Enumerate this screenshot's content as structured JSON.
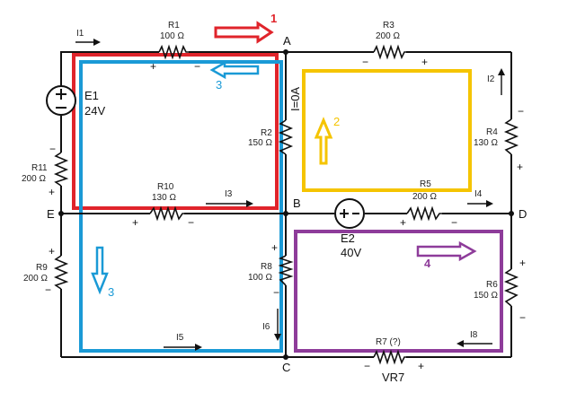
{
  "colors": {
    "loop1": "#e0242b",
    "loop2": "#f5c400",
    "loop3": "#1a9ad6",
    "loop4": "#8e3c9a",
    "wire": "#111111"
  },
  "loops": {
    "loop1": {
      "label": "1"
    },
    "loop2": {
      "label": "2"
    },
    "loop3": {
      "label": "3"
    },
    "loop4": {
      "label": "4"
    }
  },
  "nodes": {
    "A": "A",
    "B": "B",
    "C": "C",
    "D": "D",
    "E": "E"
  },
  "resistors": {
    "R1": {
      "name": "R1",
      "value": "100 Ω"
    },
    "R2": {
      "name": "R2",
      "value": "150 Ω"
    },
    "R3": {
      "name": "R3",
      "value": "200 Ω"
    },
    "R4": {
      "name": "R4",
      "value": "130 Ω"
    },
    "R5": {
      "name": "R5",
      "value": "200 Ω"
    },
    "R6": {
      "name": "R6",
      "value": "150 Ω"
    },
    "R7": {
      "name": "R7 (?)",
      "voltage_label": "VR7"
    },
    "R8": {
      "name": "R8",
      "value": "100 Ω"
    },
    "R9": {
      "name": "R9",
      "value": "200 Ω"
    },
    "R10": {
      "name": "R10",
      "value": "130 Ω"
    },
    "R11": {
      "name": "R11",
      "value": "200 Ω"
    }
  },
  "sources": {
    "E1": {
      "name": "E1",
      "value": "24V"
    },
    "E2": {
      "name": "E2",
      "value": "40V"
    }
  },
  "currents": {
    "I1": "I1",
    "I2": "I2",
    "I3": "I3",
    "I4": "I4",
    "I5": "I5",
    "I6": "I6",
    "I8": "I8",
    "I_AB": "I=0A"
  },
  "signs": {
    "plus": "+",
    "minus": "−"
  }
}
